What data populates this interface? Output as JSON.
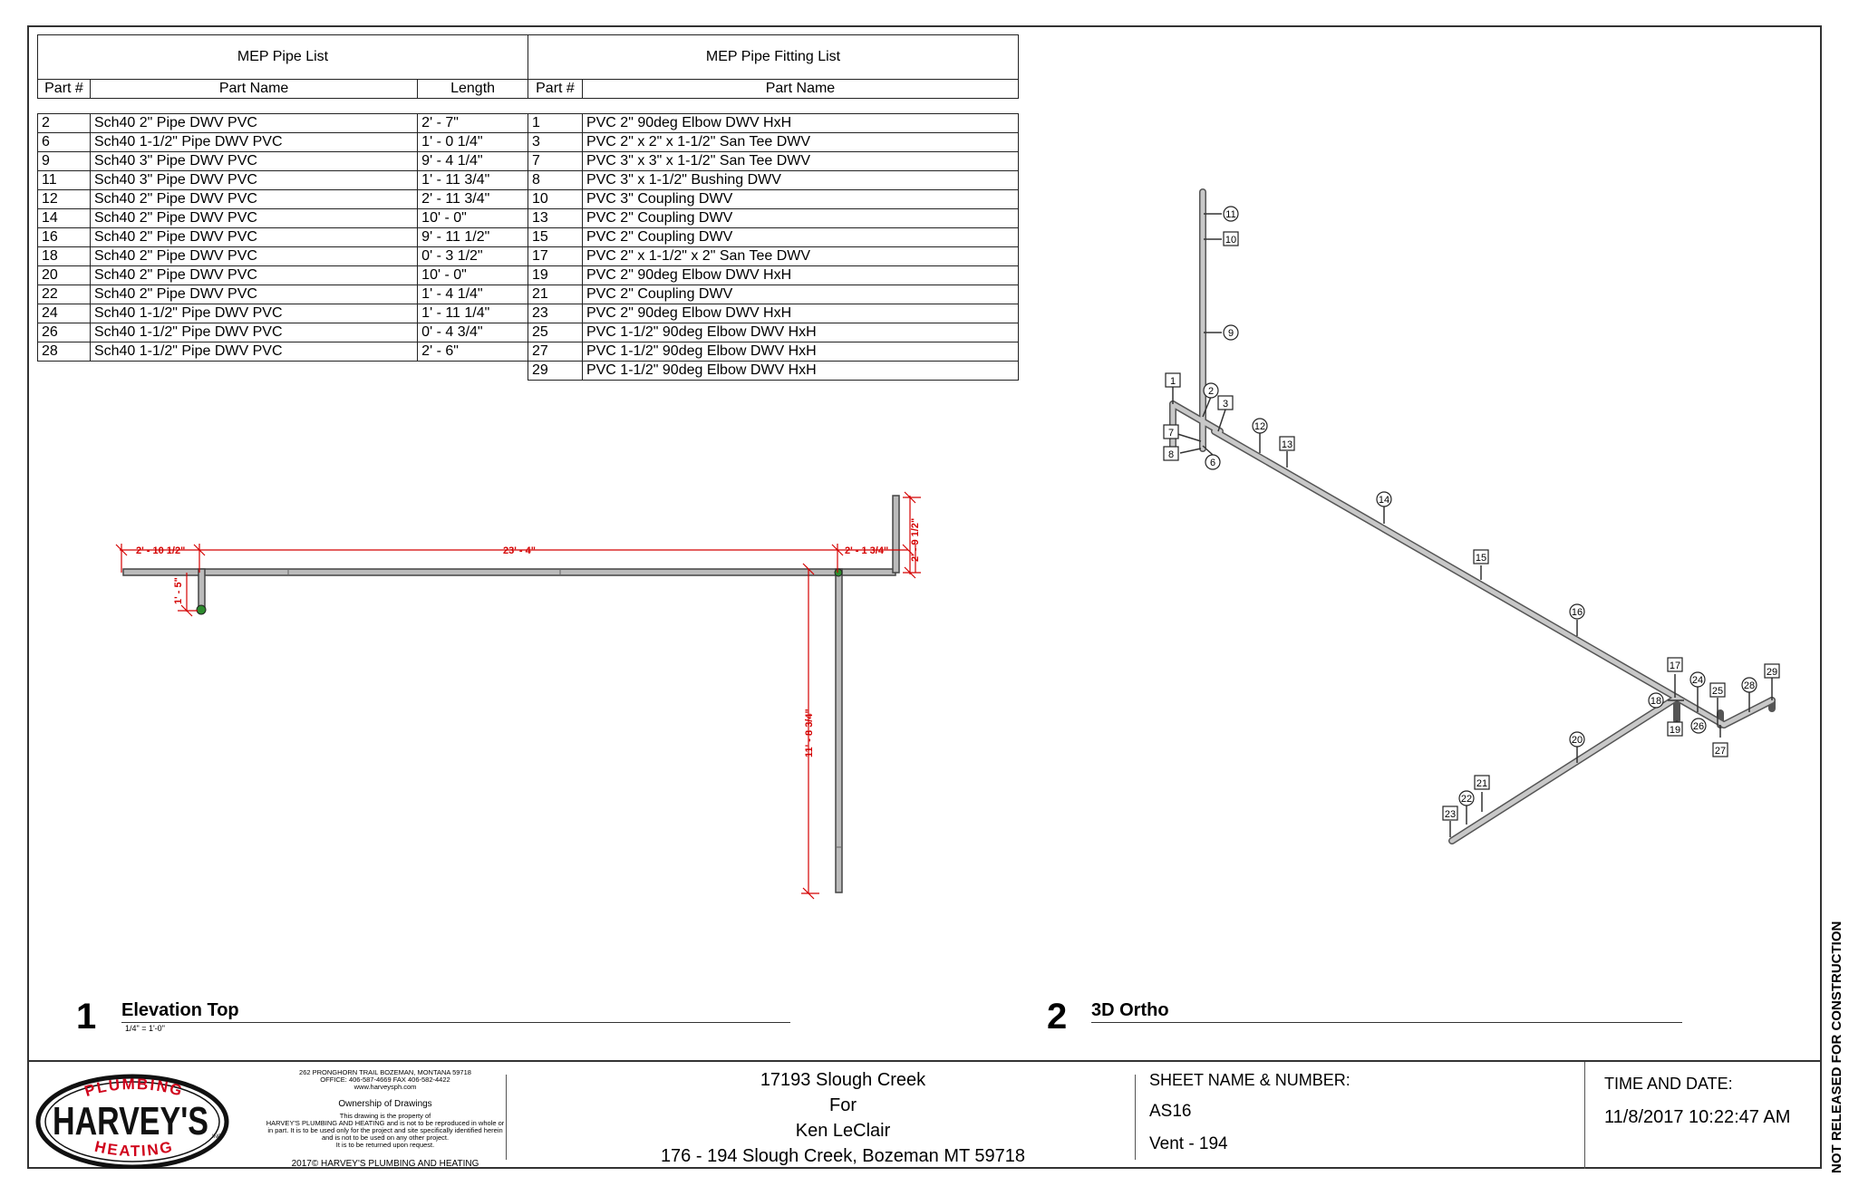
{
  "pipe_list": {
    "title": "MEP Pipe List",
    "headers": [
      "Part #",
      "Part Name",
      "Length"
    ],
    "rows": [
      [
        "2",
        "Sch40 2\" Pipe DWV PVC",
        "2' - 7\""
      ],
      [
        "6",
        "Sch40 1-1/2\" Pipe DWV PVC",
        "1' - 0 1/4\""
      ],
      [
        "9",
        "Sch40 3\" Pipe DWV PVC",
        "9' - 4 1/4\""
      ],
      [
        "11",
        "Sch40 3\" Pipe DWV PVC",
        "1' - 11 3/4\""
      ],
      [
        "12",
        "Sch40 2\" Pipe DWV PVC",
        "2' - 11 3/4\""
      ],
      [
        "14",
        "Sch40 2\" Pipe DWV PVC",
        "10' - 0\""
      ],
      [
        "16",
        "Sch40 2\" Pipe DWV PVC",
        "9' - 11 1/2\""
      ],
      [
        "18",
        "Sch40 2\" Pipe DWV PVC",
        "0' - 3 1/2\""
      ],
      [
        "20",
        "Sch40 2\" Pipe DWV PVC",
        "10' - 0\""
      ],
      [
        "22",
        "Sch40 2\" Pipe DWV PVC",
        "1' - 4 1/4\""
      ],
      [
        "24",
        "Sch40 1-1/2\" Pipe DWV PVC",
        "1' - 11 1/4\""
      ],
      [
        "26",
        "Sch40 1-1/2\" Pipe DWV PVC",
        "0' - 4 3/4\""
      ],
      [
        "28",
        "Sch40 1-1/2\" Pipe DWV PVC",
        "2' - 6\""
      ]
    ]
  },
  "fitting_list": {
    "title": "MEP Pipe Fitting List",
    "headers": [
      "Part #",
      "Part Name"
    ],
    "rows": [
      [
        "1",
        "PVC 2\" 90deg Elbow DWV HxH"
      ],
      [
        "3",
        "PVC 2\" x 2\" x 1-1/2\" San Tee DWV"
      ],
      [
        "7",
        "PVC 3\" x 3\" x 1-1/2\" San Tee DWV"
      ],
      [
        "8",
        "PVC 3\" x 1-1/2\" Bushing DWV"
      ],
      [
        "10",
        "PVC 3\" Coupling DWV"
      ],
      [
        "13",
        "PVC 2\" Coupling DWV"
      ],
      [
        "15",
        "PVC 2\" Coupling DWV"
      ],
      [
        "17",
        "PVC 2\" x 1-1/2\" x 2\" San Tee DWV"
      ],
      [
        "19",
        "PVC 2\" 90deg Elbow DWV HxH"
      ],
      [
        "21",
        "PVC 2\" Coupling DWV"
      ],
      [
        "23",
        "PVC 2\" 90deg Elbow DWV HxH"
      ],
      [
        "25",
        "PVC 1-1/2\" 90deg Elbow DWV HxH"
      ],
      [
        "27",
        "PVC 1-1/2\" 90deg Elbow DWV HxH"
      ],
      [
        "29",
        "PVC 1-1/2\" 90deg Elbow DWV HxH"
      ]
    ]
  },
  "elevation_view": {
    "number": "1",
    "title": "Elevation Top",
    "scale": "1/4\" = 1'-0\"",
    "dimensions": {
      "left": "2' - 10 1/2\"",
      "main": "23' - 4\"",
      "right": "2' - 1 3/4\"",
      "riser": "2' - 9 1/2\"",
      "drop": "1' - 5\"",
      "vertical": "11' - 8 3/4\""
    }
  },
  "ortho_view": {
    "number": "2",
    "title": "3D Ortho",
    "fitting_tags": [
      "1",
      "3",
      "7",
      "8",
      "10",
      "13",
      "15",
      "17",
      "19",
      "21",
      "23",
      "25",
      "27",
      "29"
    ],
    "pipe_tags": [
      "2",
      "6",
      "9",
      "11",
      "12",
      "14",
      "16",
      "18",
      "20",
      "22",
      "24",
      "26",
      "28"
    ]
  },
  "title_block": {
    "company": {
      "logo_top": "PLUMBING",
      "logo_main": "HARVEY'S",
      "logo_inc": "INC.",
      "logo_bottom": "HEATING",
      "address": "262 PRONGHORN TRAIL BOZEMAN, MONTANA 59718",
      "phone": "OFFICE: 406-587-4669 FAX 406-582-4422",
      "website": "www.harveysph.com",
      "ownership_heading": "Ownership of Drawings",
      "ownership_lines": [
        "This drawing is the property of",
        "HARVEY'S PLUMBING AND HEATING and is not to be reproduced in whole or",
        "in part. It is to be used only for the project and site specifically identified herein",
        "and is not to be used on any other project.",
        "It is to be returned upon request."
      ],
      "copyright": "2017© HARVEY'S PLUMBING AND HEATING"
    },
    "project": {
      "name": "17193 Slough Creek",
      "for": "For",
      "client": "Ken LeClair",
      "address": "176 - 194 Slough Creek, Bozeman MT 59718"
    },
    "sheet": {
      "label": "SHEET NAME & NUMBER:",
      "number": "AS16",
      "name": "Vent - 194"
    },
    "time": {
      "label": "TIME AND DATE:",
      "value": "11/8/2017 10:22:47 AM"
    },
    "stamp": "NOT RELEASED FOR CONSTRUCTION"
  },
  "colors": {
    "dimension": "#d40000",
    "pipe": "#9a9a9a",
    "pipe_outline": "#444444",
    "logo_red": "#d0021b"
  }
}
